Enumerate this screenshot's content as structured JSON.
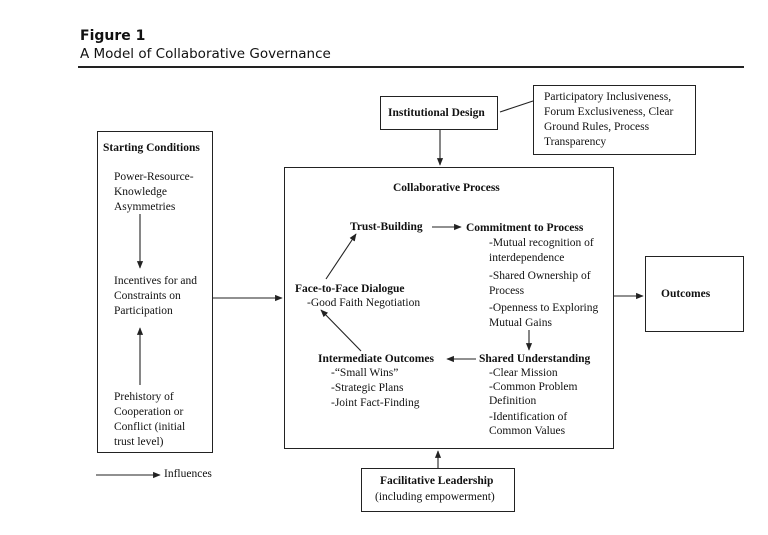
{
  "header": {
    "figure_label": "Figure 1",
    "figure_title": "A Model of Collaborative Governance"
  },
  "starting_conditions": {
    "title": "Starting Conditions",
    "asymmetries": [
      "Power-Resource-",
      "Knowledge",
      "Asymmetries"
    ],
    "incentives": [
      "Incentives for and",
      "Constraints on",
      "Participation"
    ],
    "prehistory": [
      "Prehistory of",
      "Cooperation or",
      "Conflict (initial",
      "trust level)"
    ]
  },
  "institutional_design": {
    "title": "Institutional Design",
    "details": [
      "Participatory Inclusiveness,",
      "Forum Exclusiveness, Clear",
      "Ground Rules, Process",
      "Transparency"
    ]
  },
  "collaborative_process": {
    "title": "Collaborative Process",
    "trust_building": "Trust-Building",
    "commitment": {
      "title": "Commitment to Process",
      "items": [
        "-Mutual recognition of",
        "interdependence",
        "-Shared Ownership of",
        "Process",
        "-Openness to Exploring",
        "Mutual Gains"
      ]
    },
    "dialogue": {
      "title": "Face-to-Face Dialogue",
      "items": [
        "-Good Faith Negotiation"
      ]
    },
    "intermediate": {
      "title": "Intermediate Outcomes",
      "items": [
        "-“Small Wins”",
        "-Strategic Plans",
        "-Joint Fact-Finding"
      ]
    },
    "understanding": {
      "title": "Shared Understanding",
      "items": [
        "-Clear Mission",
        "-Common Problem",
        "Definition",
        "-Identification of",
        "Common Values"
      ]
    }
  },
  "outcomes": {
    "title": "Outcomes"
  },
  "facilitative_leadership": {
    "title": "Facilitative Leadership",
    "subtitle": "(including empowerment)"
  },
  "legend": {
    "influences": "Influences"
  }
}
